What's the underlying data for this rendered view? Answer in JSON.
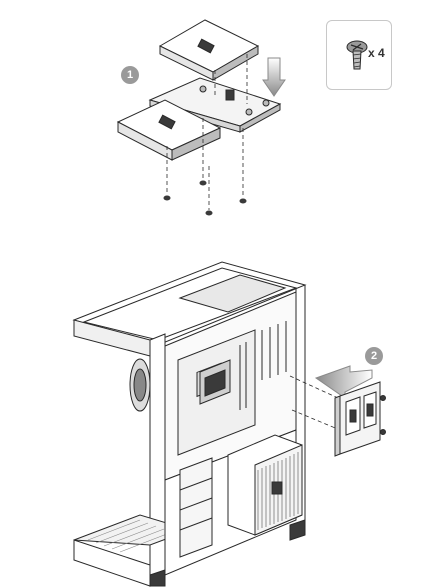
{
  "callout": {
    "screw_count_label": "x 4",
    "icon": "screw-icon"
  },
  "steps": [
    {
      "label": "1"
    },
    {
      "label": "2"
    }
  ],
  "colors": {
    "line": "#2a2a2a",
    "mid": "#8a8a8a",
    "dark": "#3a3a3a",
    "badge": "#9a9a9a"
  }
}
